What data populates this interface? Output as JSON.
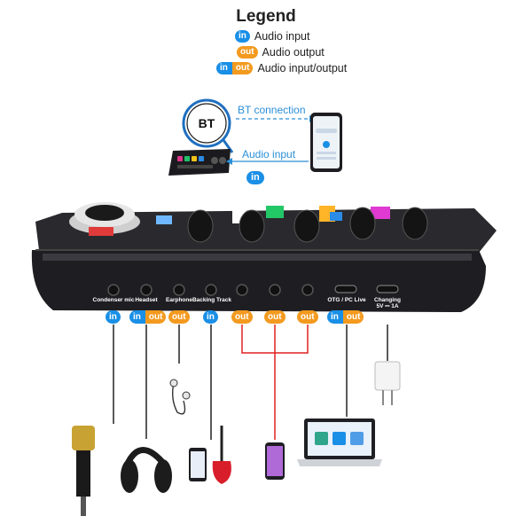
{
  "legend": {
    "title": "Legend",
    "items": [
      {
        "tags": [
          "in"
        ],
        "label": "Audio input"
      },
      {
        "tags": [
          "out"
        ],
        "label": "Audio output"
      },
      {
        "tags": [
          "in",
          "out"
        ],
        "label": "Audio input/output"
      }
    ]
  },
  "bt": {
    "badge": "BT",
    "connection_label": "BT connection",
    "audio_input_label": "Audio input",
    "audio_input_tag": "in"
  },
  "ports": [
    {
      "label": "Condenser mic",
      "tags": [
        "in"
      ]
    },
    {
      "label": "Headset",
      "tags": [
        "in",
        "out"
      ]
    },
    {
      "label": "Earphone",
      "tags": [
        "out"
      ]
    },
    {
      "label": "Backing Track",
      "tags": [
        "in"
      ]
    },
    {
      "label": "",
      "tags": [
        "out"
      ]
    },
    {
      "label": "",
      "tags": [
        "out"
      ]
    },
    {
      "label": "",
      "tags": [
        "out"
      ]
    },
    {
      "label": "OTG / PC Live",
      "tags": [
        "in",
        "out"
      ]
    },
    {
      "label": "Changing 5V ⎓ 1A",
      "tags": []
    }
  ],
  "tag_text": {
    "in": "in",
    "out": "out"
  },
  "colors": {
    "input": "#1a8fe6",
    "output": "#f39a1f",
    "link": "#e02020",
    "bt": "#2a8fd8"
  },
  "devices": [
    "condenser-microphone",
    "headset",
    "earphones",
    "phone-and-guitar",
    "phone",
    "laptop",
    "usb-charger"
  ]
}
